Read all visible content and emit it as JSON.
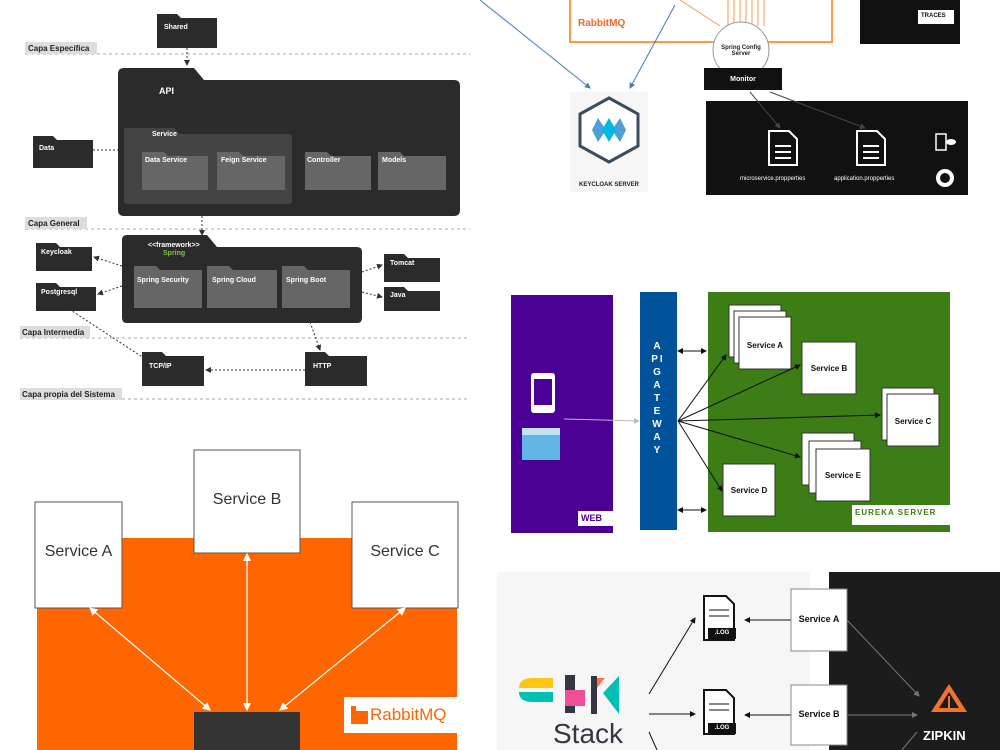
{
  "layers": {
    "capa_especifica": "Capa Específica",
    "capa_general": "Capa General",
    "capa_intermedia": "Capa Intermedia",
    "capa_propia": "Capa propia del Sistema"
  },
  "arch": {
    "shared": "Shared",
    "api": "API",
    "service": "Service",
    "data": "Data",
    "data_service": "Data Service",
    "feign_service": "Feign Service",
    "controller": "Controller",
    "models": "Models",
    "framework": "<<framework>>",
    "spring": "Spring",
    "spring_security": "Spring Security",
    "spring_cloud": "Spring Cloud",
    "spring_boot": "Spring Boot",
    "keycloak": "Keycloak",
    "postgresql": "Postgresql",
    "tomcat": "Tomcat",
    "java": "Java",
    "tcpip": "TCP/IP",
    "http": "HTTP"
  },
  "config": {
    "rabbitmq": "RabbitMQ",
    "traces": "TRACES",
    "spring_config_server": "Spring Config Server",
    "monitor": "Monitor",
    "keycloak_server": "KEYCLOAK SERVER",
    "microservice_props": "microservice.propperties",
    "application_props": "application.propperties"
  },
  "bus": {
    "service_a": "Service A",
    "service_b": "Service B",
    "service_c": "Service C",
    "rabbitmq": "RabbitMQ"
  },
  "eureka": {
    "web": "WEB",
    "gateway": "API GATEWAY",
    "service_a": "Service A",
    "service_b": "Service B",
    "service_c": "Service C",
    "service_d": "Service D",
    "service_e": "Service E",
    "eureka_server": "EUREKA SERVER"
  },
  "logging": {
    "stack": "Stack",
    "log": ".LOG",
    "service_a": "Service A",
    "service_b": "Service B",
    "zipkin": "ZIPKIN"
  }
}
